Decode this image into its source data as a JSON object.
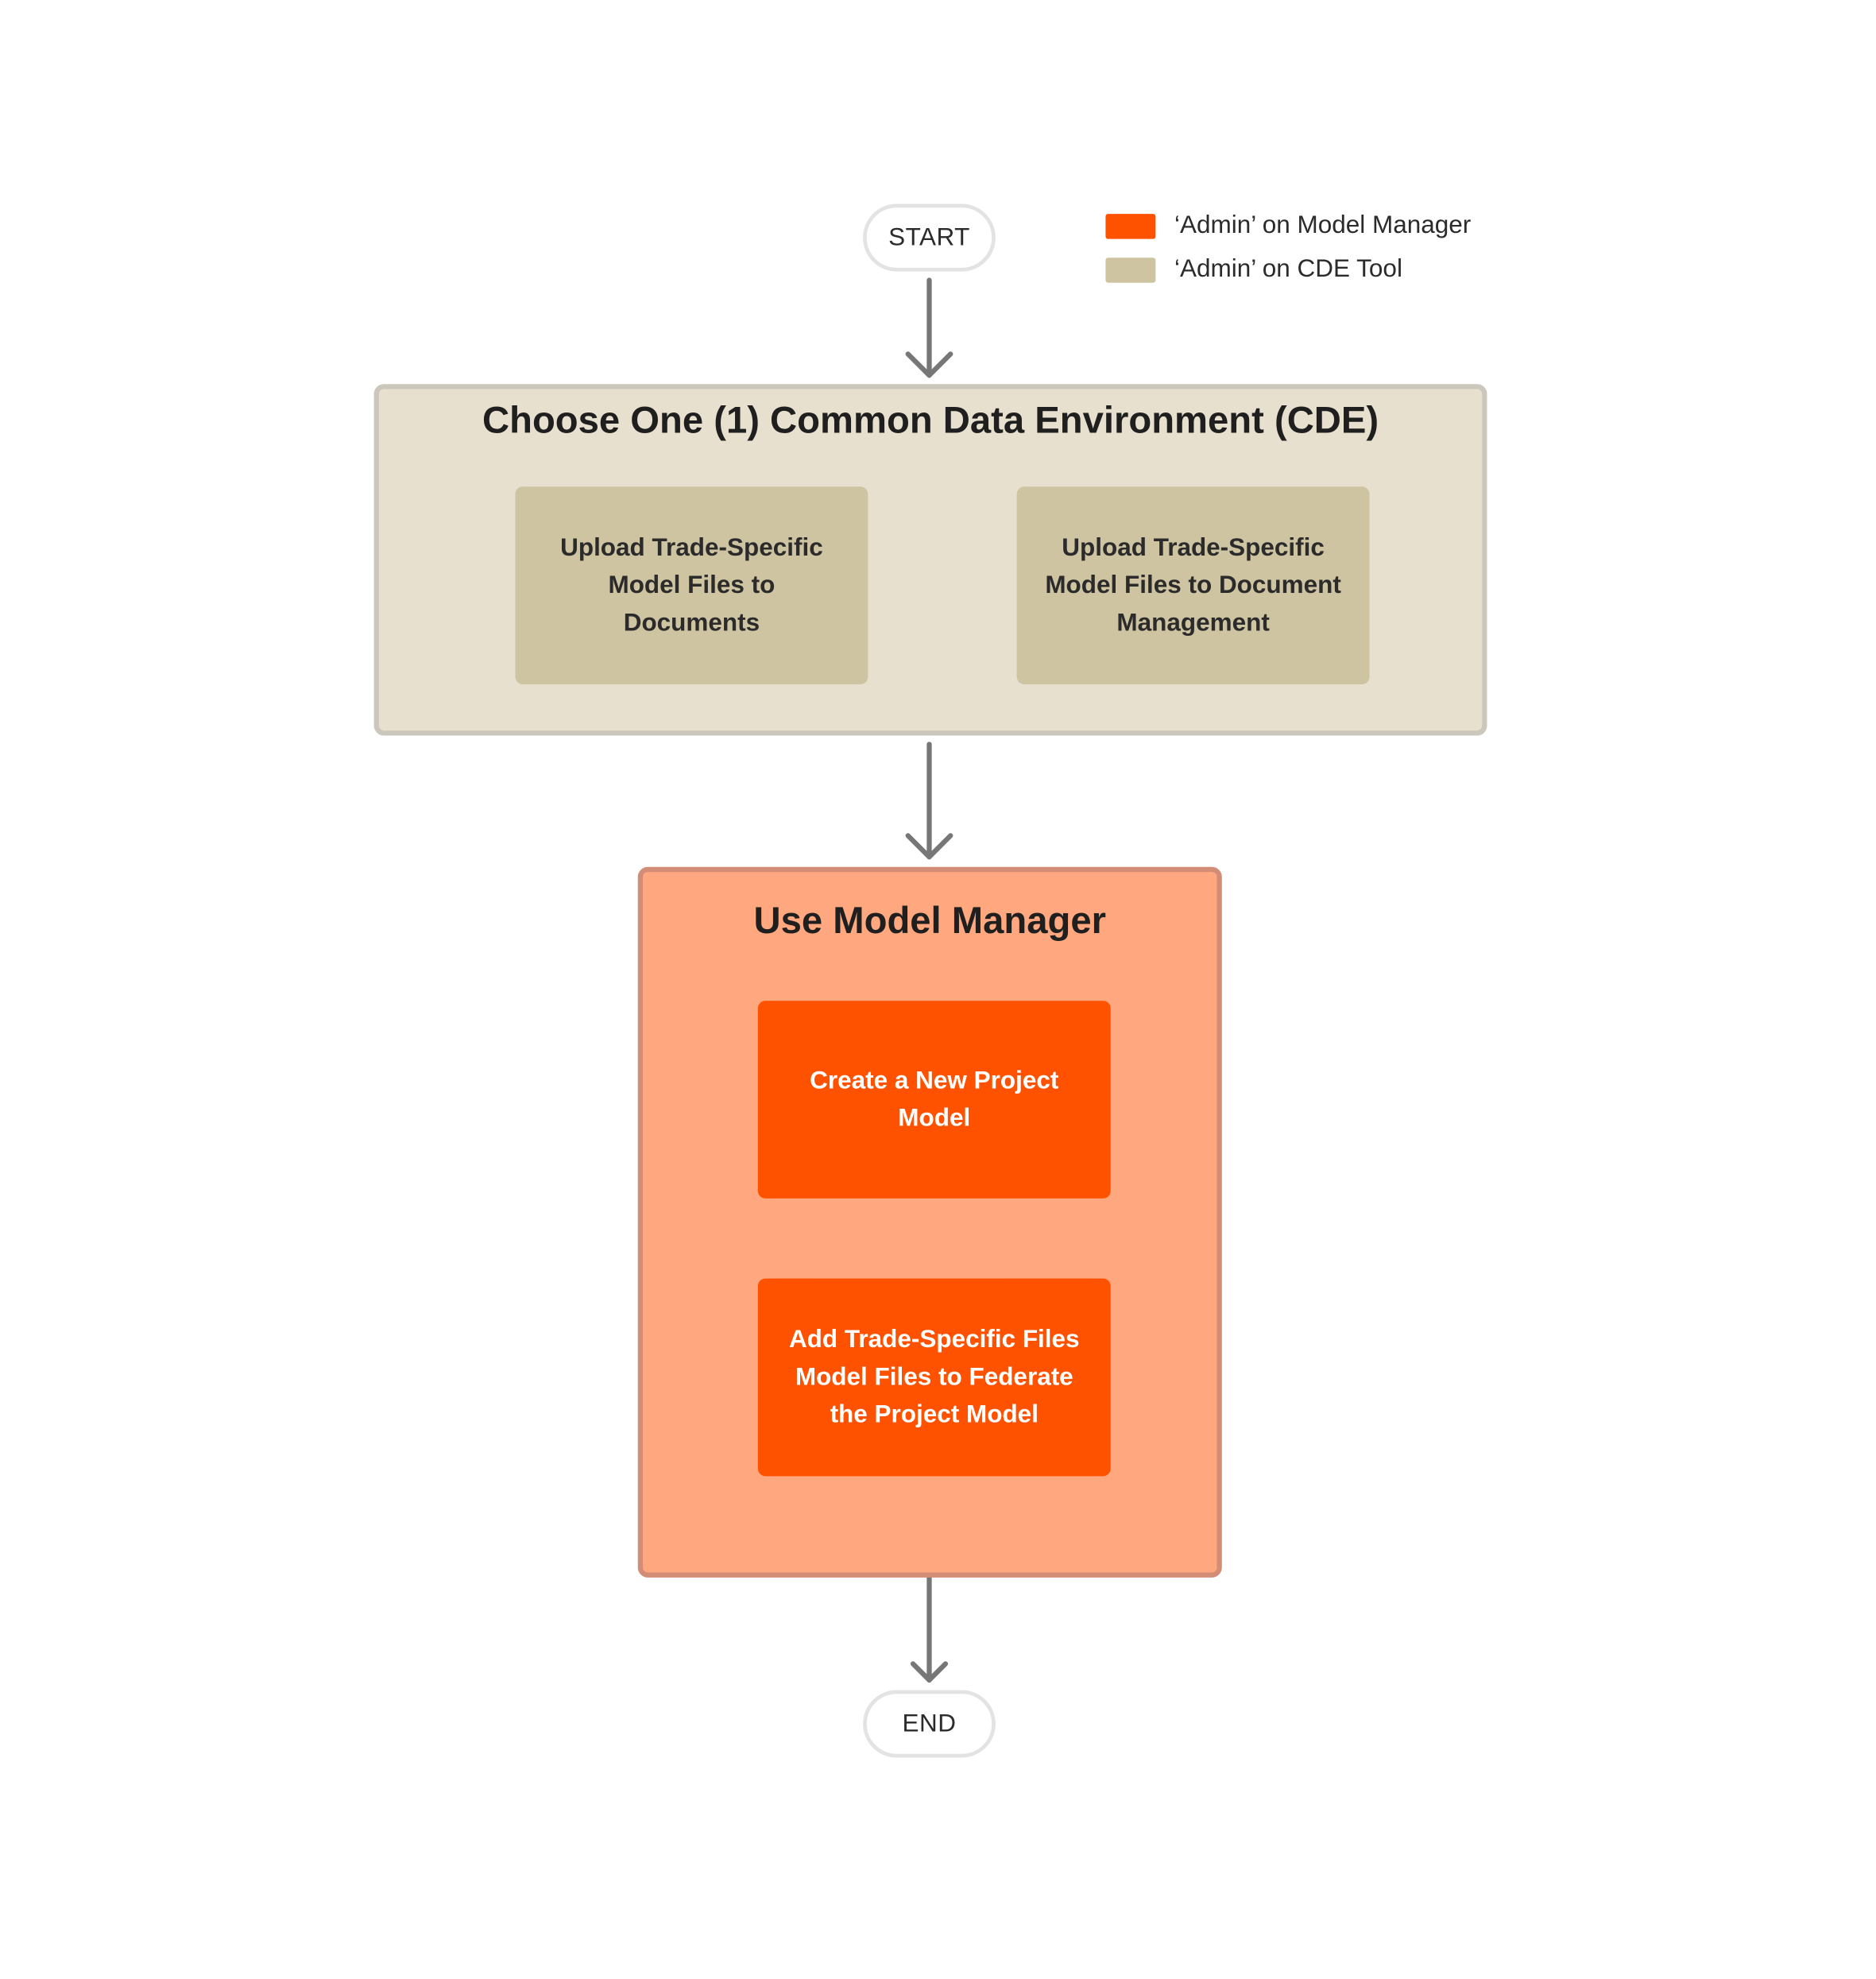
{
  "start_label": "START",
  "end_label": "END",
  "legend": [
    {
      "label": "‘Admin’ on Model Manager",
      "color": "#ff5200"
    },
    {
      "label": "‘Admin’ on CDE Tool",
      "color": "#cfc4a1"
    }
  ],
  "cde_group": {
    "title": "Choose One (1) Common Data Environment (CDE)",
    "fill": "#e7e0cf",
    "border": "#cbc7bc",
    "steps": [
      "Upload Trade-Specific Model Files to Documents",
      "Upload Trade-Specific Model Files to Document Management"
    ]
  },
  "mm_group": {
    "title": "Use Model Manager",
    "fill": "#ffa77e",
    "border": "#d38d77",
    "steps": [
      "Create a New Project Model",
      "Add Trade-Specific Files Model Files to Federate the Project Model"
    ]
  },
  "connector_color": "#777777"
}
